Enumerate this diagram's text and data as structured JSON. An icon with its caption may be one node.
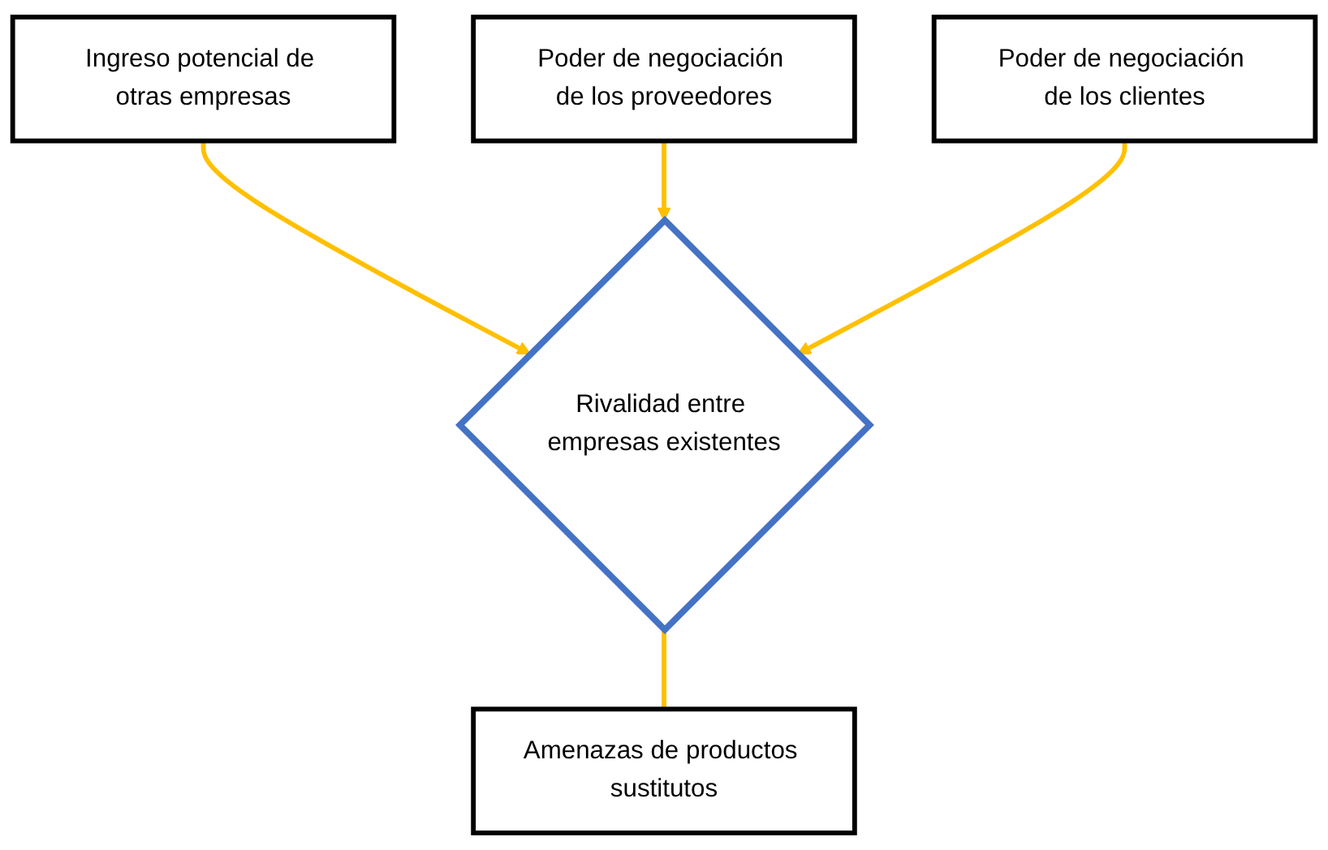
{
  "diagram": {
    "nodes": [
      {
        "text": [
          "Ingreso potencial de otras empresas"
        ]
      },
      {
        "text": [
          "Poder de negociación de los proveedores"
        ]
      },
      {
        "text": [
          "Rivalidad entre empresas existentes"
        ]
      },
      {
        "text": [
          "Poder de negociación de los clientes"
        ]
      },
      {
        "text": [
          "Amenazas de productos sustitutos"
        ]
      }
    ],
    "edges": [
      {
        "from": 0,
        "to": 2,
        "arrow": "to"
      },
      {
        "from": 1,
        "to": 2,
        "arrow": "to"
      },
      {
        "from": 3,
        "to": 2,
        "arrow": "to"
      },
      {
        "from": 2,
        "to": 4,
        "arrow": "none"
      }
    ]
  }
}
